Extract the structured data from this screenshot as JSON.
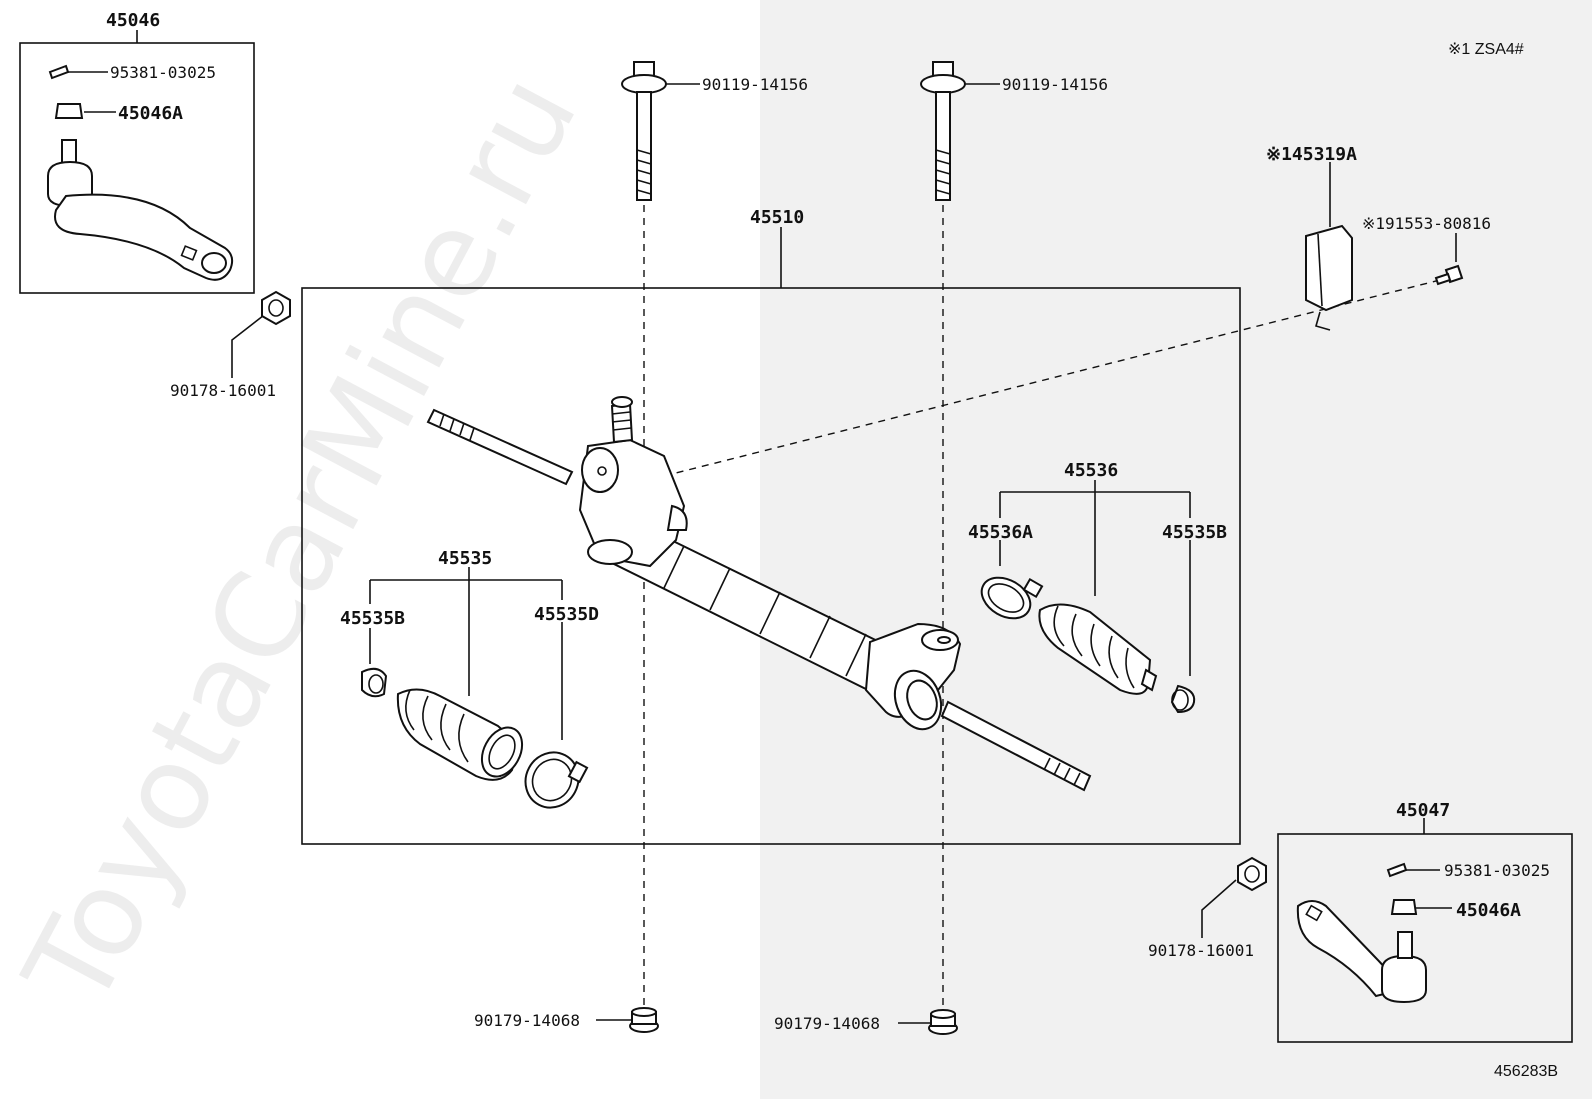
{
  "labels": {
    "tie_rod_end_lh": "45046",
    "cotter_pin_top": "95381-03025",
    "nut_top": "45046A",
    "nut_left": "90178-16001",
    "bolt_left": "90119-14156",
    "bolt_right": "90119-14156",
    "gear_assy": "45510",
    "insulator": "※145319A",
    "insulator_bolt": "※191553-80816",
    "note": "※1 ZSA4#",
    "boot_kit_right": "45536",
    "clamp_right_a": "45536A",
    "clip_right": "45535B",
    "boot_kit_left": "45535",
    "clip_left": "45535B",
    "clamp_left": "45535D",
    "tie_rod_end_rh": "45047",
    "cotter_pin_bottom": "95381-03025",
    "nut_bottom": "45046A",
    "nut_right": "90178-16001",
    "nut_bottom_left": "90179-14068",
    "nut_bottom_right": "90179-14068",
    "diagram_id": "456283B"
  },
  "watermark": "ToyotaCarMine.ru",
  "colors": {
    "line": "#111111",
    "background": "#ffffff",
    "shade": "#f1f1f1"
  }
}
